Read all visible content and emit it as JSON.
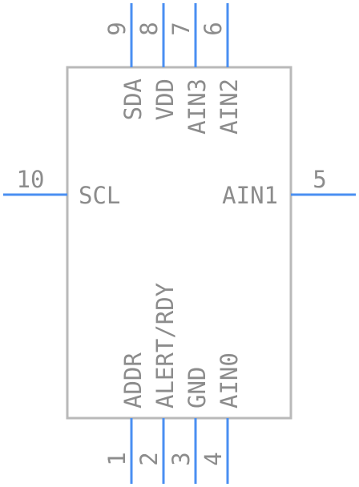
{
  "component": {
    "body_color": "#b9b9b9",
    "pin_color": "#4a8ff2",
    "text_color": "#8c8c8c"
  },
  "pins": [
    {
      "number": "1",
      "name": "ADDR",
      "side": "bottom"
    },
    {
      "number": "2",
      "name": "ALERT/RDY",
      "side": "bottom"
    },
    {
      "number": "3",
      "name": "GND",
      "side": "bottom"
    },
    {
      "number": "4",
      "name": "AIN0",
      "side": "bottom"
    },
    {
      "number": "5",
      "name": "AIN1",
      "side": "right"
    },
    {
      "number": "6",
      "name": "AIN2",
      "side": "top"
    },
    {
      "number": "7",
      "name": "AIN3",
      "side": "top"
    },
    {
      "number": "8",
      "name": "VDD",
      "side": "top"
    },
    {
      "number": "9",
      "name": "SDA",
      "side": "top"
    },
    {
      "number": "10",
      "name": "SCL",
      "side": "left"
    }
  ]
}
